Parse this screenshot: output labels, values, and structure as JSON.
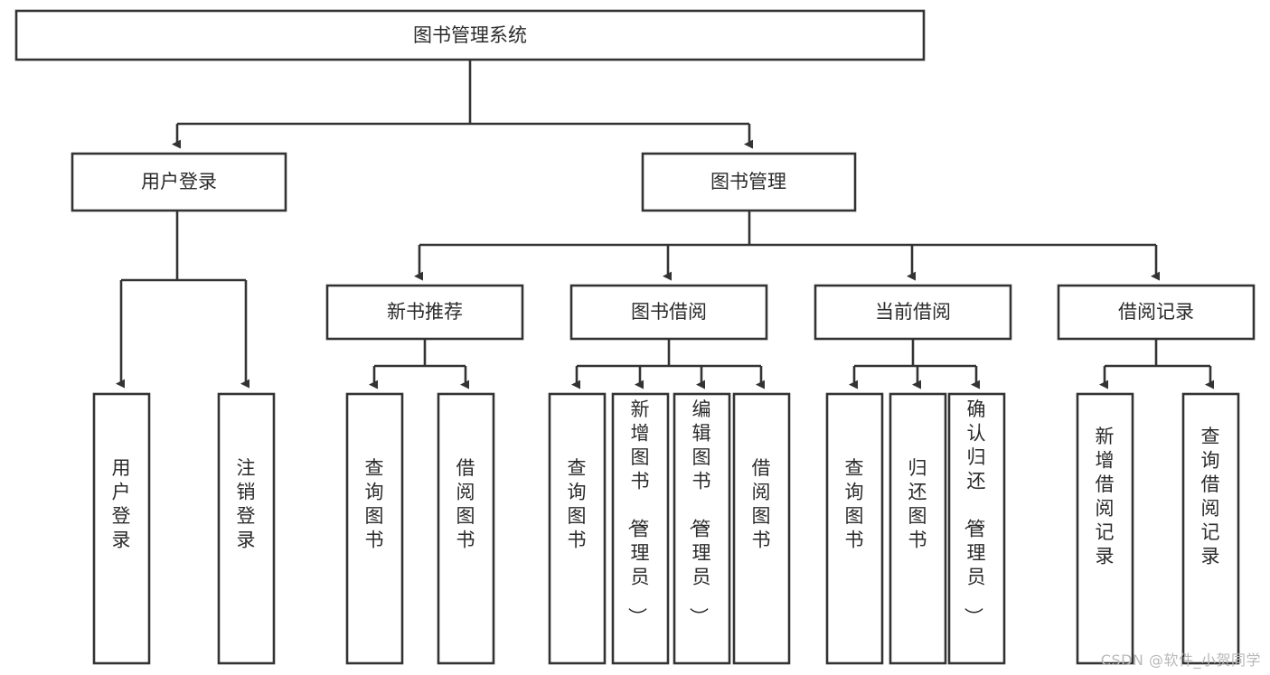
{
  "diagram": {
    "type": "tree-hierarchy",
    "orientation": "top-down",
    "root": {
      "id": "root",
      "label": "图书管理系统"
    },
    "level2": [
      {
        "id": "user-login",
        "label": "用户登录"
      },
      {
        "id": "book-manage",
        "label": "图书管理"
      }
    ],
    "level3": [
      {
        "id": "new-book-rec",
        "label": "新书推荐",
        "parent": "book-manage"
      },
      {
        "id": "book-borrow",
        "label": "图书借阅",
        "parent": "book-manage"
      },
      {
        "id": "current-borrow",
        "label": "当前借阅",
        "parent": "book-manage"
      },
      {
        "id": "borrow-record",
        "label": "借阅记录",
        "parent": "book-manage"
      }
    ],
    "leaves": [
      {
        "id": "leaf-user-login",
        "label": "用户登录",
        "parent": "user-login"
      },
      {
        "id": "leaf-logout-login",
        "label": "注销登录",
        "parent": "user-login"
      },
      {
        "id": "leaf-query-book-1",
        "label": "查询图书",
        "parent": "new-book-rec"
      },
      {
        "id": "leaf-borrow-book-1",
        "label": "借阅图书",
        "parent": "new-book-rec"
      },
      {
        "id": "leaf-query-book-2",
        "label": "查询图书",
        "parent": "book-borrow"
      },
      {
        "id": "leaf-add-book",
        "label": "新增图书（管理员）",
        "parent": "book-borrow"
      },
      {
        "id": "leaf-edit-book",
        "label": "编辑图书（管理员）",
        "parent": "book-borrow"
      },
      {
        "id": "leaf-borrow-book-2",
        "label": "借阅图书",
        "parent": "book-borrow"
      },
      {
        "id": "leaf-query-book-3",
        "label": "查询图书",
        "parent": "current-borrow"
      },
      {
        "id": "leaf-return-book",
        "label": "归还图书",
        "parent": "current-borrow"
      },
      {
        "id": "leaf-confirm-return",
        "label": "确认归还（管理员）",
        "parent": "current-borrow"
      },
      {
        "id": "leaf-add-record",
        "label": "新增借阅记录",
        "parent": "borrow-record"
      },
      {
        "id": "leaf-query-record",
        "label": "查询借阅记录",
        "parent": "borrow-record"
      }
    ],
    "colors": {
      "stroke": "#333333",
      "fill": "#ffffff",
      "text": "#2b2b2b",
      "background": "#ffffff",
      "watermark": "#b8b8b8"
    }
  },
  "watermark": {
    "text": "CSDN @软件_小贺同学"
  }
}
